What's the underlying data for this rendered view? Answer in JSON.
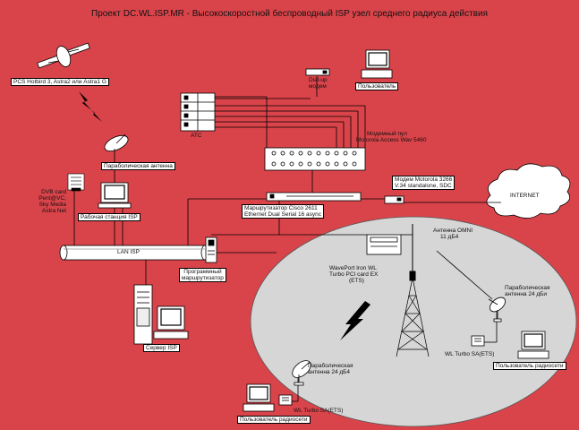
{
  "title": "Проект DC.WL.ISP.MR - Высокоскоростной беспроводный ISP узел среднего радиуса действия",
  "labels": {
    "satellite": "PCS Hotbird 3, Astra2 или Astra1 G",
    "sat_dish": "Параболическая антенна",
    "dvb_cards": [
      "DVB card",
      "Pent@VC,",
      "Sky Media",
      "Astra Net"
    ],
    "workstation": "Рабочая станция ISP",
    "lan": "LAN ISP",
    "server": "Сервер ISP",
    "ats": "АТС",
    "dialup_modem": [
      "Dial-up",
      "модем"
    ],
    "dialup_user": "Пользователь",
    "modem_pool": [
      "Модемный пул",
      "Motorola Access Wav 5460"
    ],
    "cisco": [
      "Маршрутизатор Cisco 2611",
      "Ethernet Dual Serial 16 async"
    ],
    "multiplexer": [
      "Модем Motorola 3266",
      "V.34 standalone, SDC"
    ],
    "internet": "INTERNET",
    "wl_router": [
      "Программный",
      "маршрутизатор"
    ],
    "waveport": [
      "WavePort Iron WL",
      "Turbo PCI card EX",
      "(ETS)"
    ],
    "omni": [
      "Антенна OMNI",
      "11 дБ4"
    ],
    "dish_24_right": [
      "Параболическая",
      "антенна 24 дБи"
    ],
    "wl_turbo_right": "WL Turbo SA(ETS)",
    "radio_user_right": "Пользователь радиосети",
    "dish_24_bottom": [
      "Параболическая",
      "антенна 24 дБ4"
    ],
    "wl_turbo_bottom": "WL Turbo SA(ETS)",
    "radio_user_bottom": "Пользователь радиосети"
  }
}
